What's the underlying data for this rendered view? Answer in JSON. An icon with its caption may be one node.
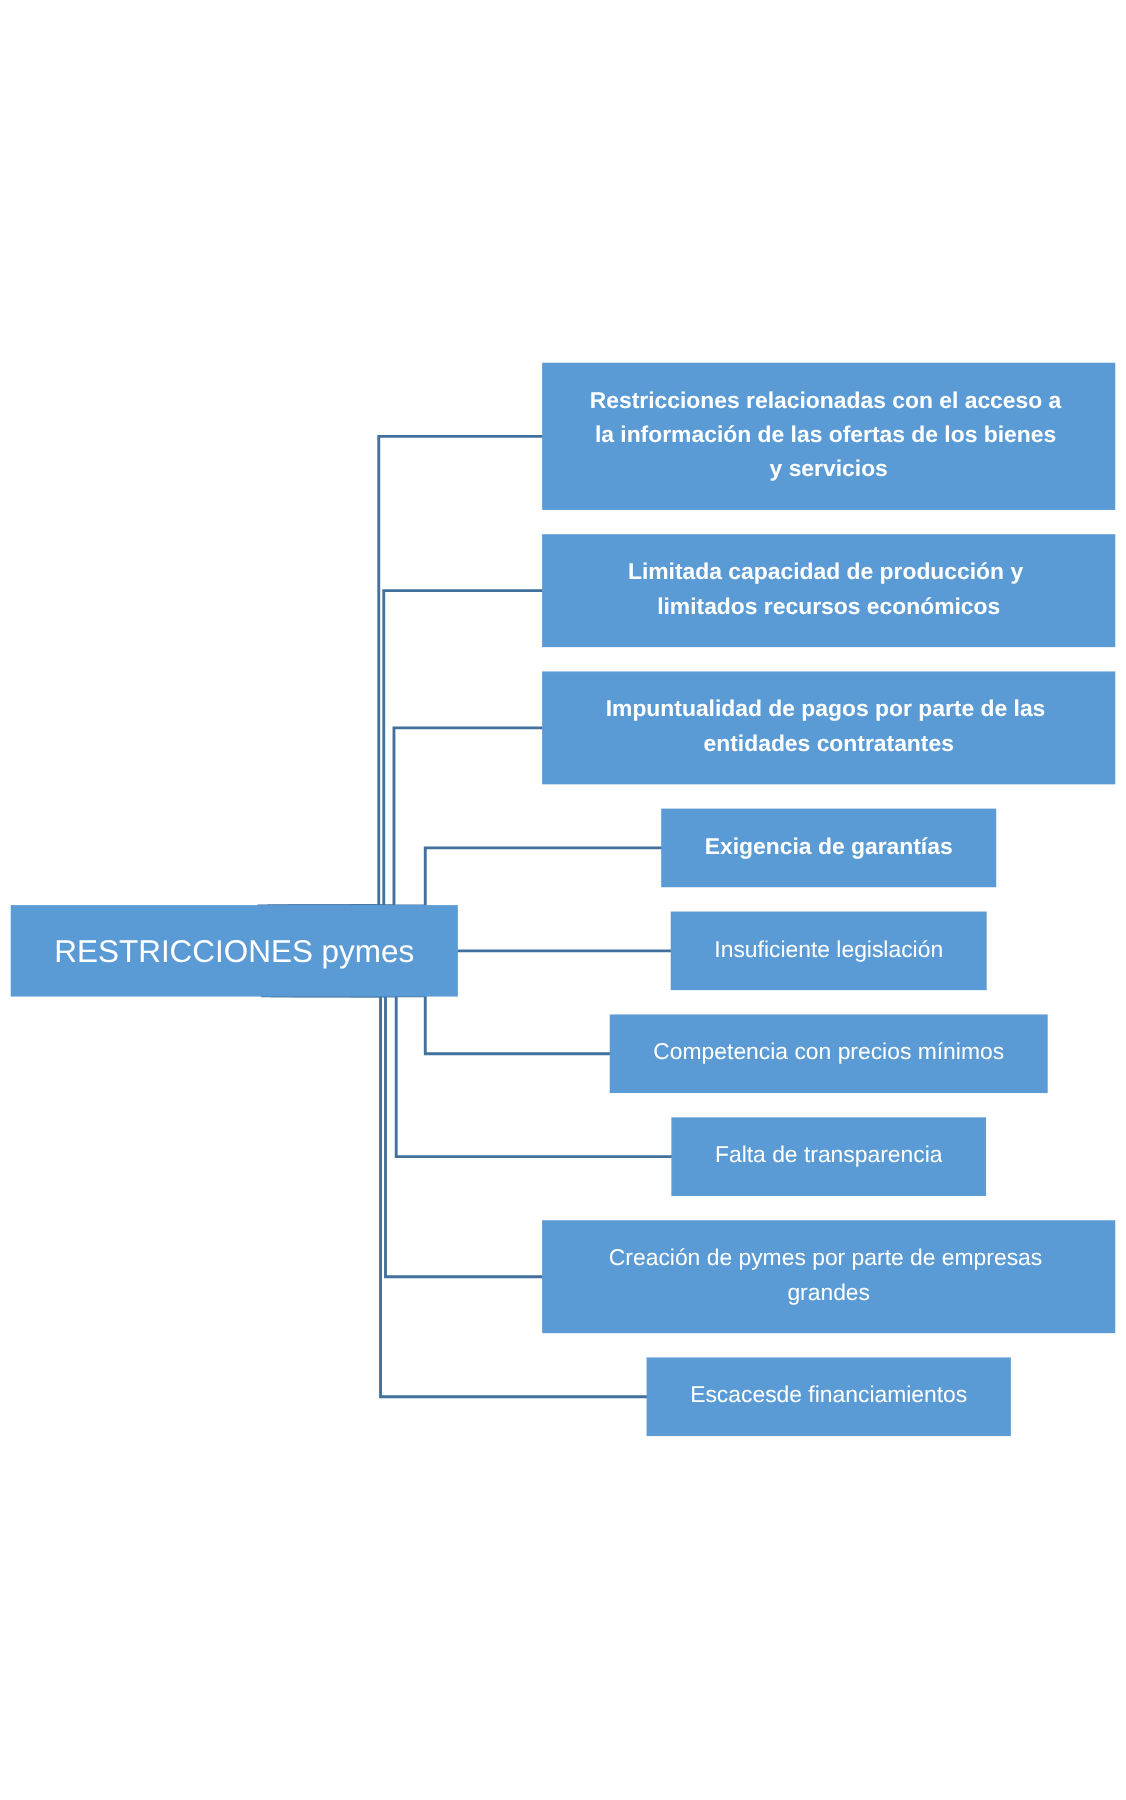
{
  "diagram": {
    "nodes": [
      {
        "text": [
          "RESTRICCIONES pymes"
        ]
      },
      {
        "text": [
          "Restricciones relacionadas con el acceso a la información de las ofertas de los bienes y servicios"
        ]
      },
      {
        "text": [
          "Limitada capacidad de producción y limitados recursos económicos"
        ]
      },
      {
        "text": [
          "Impuntualidad de pagos por parte de las entidades contratantes"
        ]
      },
      {
        "text": [
          "Exigencia de garantías"
        ]
      },
      {
        "text": [
          "Insuficiente legislación"
        ]
      },
      {
        "text": [
          "Competencia con precios mínimos"
        ]
      },
      {
        "text": [
          "Falta de transparencia"
        ]
      },
      {
        "text": [
          "Creación de pymes por parte de empresas grandes"
        ]
      },
      {
        "text": [
          "Escacesde financiamientos"
        ]
      }
    ],
    "edges": [
      {
        "from": 0,
        "to": 1,
        "arrow": "none"
      },
      {
        "from": 0,
        "to": 2,
        "arrow": "none"
      },
      {
        "from": 0,
        "to": 3,
        "arrow": "none"
      },
      {
        "from": 0,
        "to": 4,
        "arrow": "none"
      },
      {
        "from": 0,
        "to": 5,
        "arrow": "none"
      },
      {
        "from": 0,
        "to": 6,
        "arrow": "none"
      },
      {
        "from": 0,
        "to": 7,
        "arrow": "none"
      },
      {
        "from": 0,
        "to": 8,
        "arrow": "none"
      },
      {
        "from": 0,
        "to": 9,
        "arrow": "none"
      }
    ]
  }
}
